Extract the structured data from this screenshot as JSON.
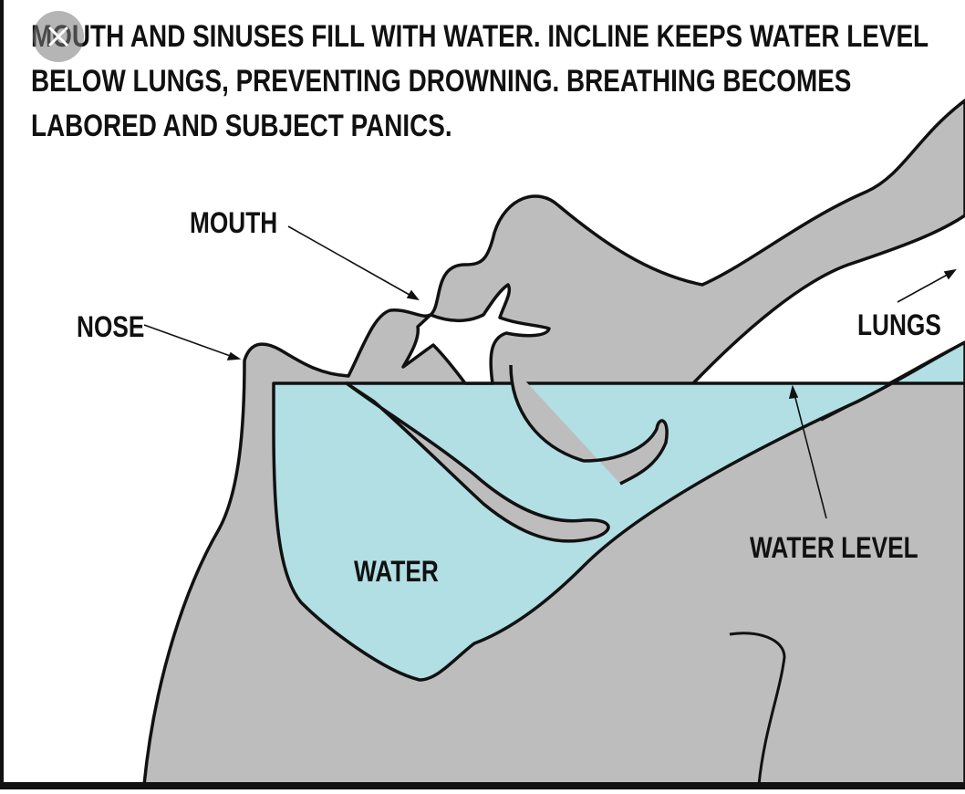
{
  "caption": {
    "line1": "MOUTH AND SINUSES FILL WITH WATER. INCLINE KEEPS WATER LEVEL",
    "line2": "BELOW LUNGS, PREVENTING DROWNING. BREATHING BECOMES",
    "line3": "LABORED AND SUBJECT PANICS."
  },
  "labels": {
    "mouth": "MOUTH",
    "nose": "NOSE",
    "lungs": "LUNGS",
    "water": "WATER",
    "water_level": "WATER LEVEL"
  },
  "icons": {
    "close": "close-icon"
  },
  "colors": {
    "body": "#bdbdbd",
    "water": "#b1dfe3",
    "outline": "#111111",
    "airway": "#ffffff"
  }
}
